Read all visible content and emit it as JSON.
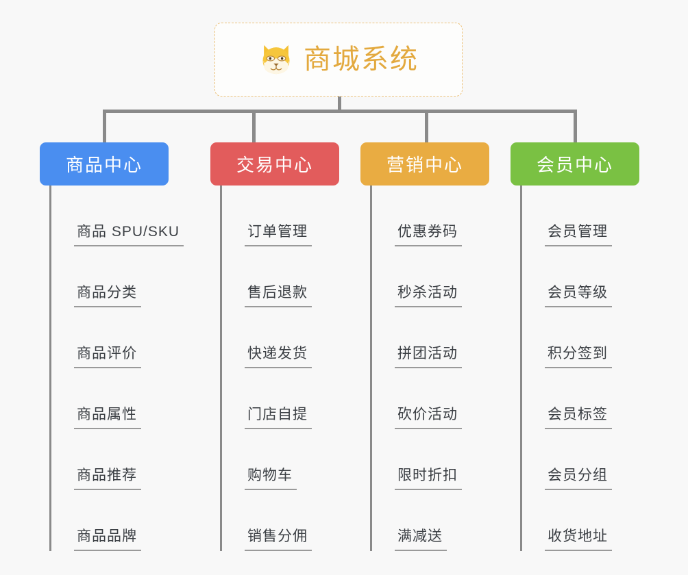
{
  "canvas": {
    "background": "#f8f8f8",
    "connector_color": "#8a8a8a"
  },
  "root": {
    "title": "商城系统",
    "icon": "shiba-dog-face-icon",
    "text_color": "#e3a93e",
    "border_color": "#edc27a",
    "background": "#fdfdfc"
  },
  "categories": [
    {
      "label": "商品中心",
      "color": "#4a8ef0",
      "items": [
        "商品 SPU/SKU",
        "商品分类",
        "商品评价",
        "商品属性",
        "商品推荐",
        "商品品牌"
      ]
    },
    {
      "label": "交易中心",
      "color": "#e25c5c",
      "items": [
        "订单管理",
        "售后退款",
        "快递发货",
        "门店自提",
        "购物车",
        "销售分佣"
      ]
    },
    {
      "label": "营销中心",
      "color": "#e9ac42",
      "items": [
        "优惠券码",
        "秒杀活动",
        "拼团活动",
        "砍价活动",
        "限时折扣",
        "满减送"
      ]
    },
    {
      "label": "会员中心",
      "color": "#7ac143",
      "items": [
        "会员管理",
        "会员等级",
        "积分签到",
        "会员标签",
        "会员分组",
        "收货地址"
      ]
    }
  ]
}
